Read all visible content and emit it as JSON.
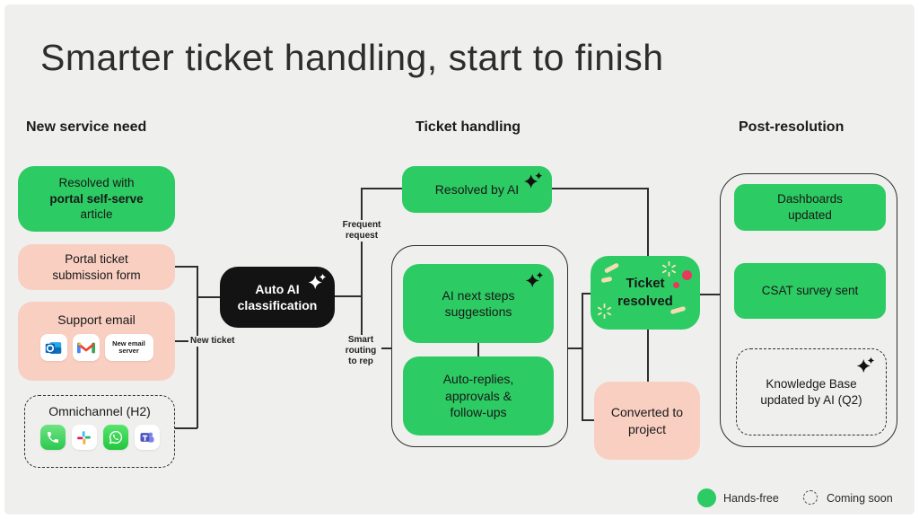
{
  "title": "Smarter ticket handling, start to finish",
  "columns": {
    "new_service_need": "New service need",
    "ticket_handling": "Ticket handling",
    "post_resolution": "Post-resolution"
  },
  "nodes": {
    "portal_article_line1": "Resolved with",
    "portal_article_line2": "portal self-serve",
    "portal_article_line3": "article",
    "portal_form": "Portal ticket submission form",
    "support_email": "Support email",
    "new_email_server": "New email server",
    "omnichannel": "Omnichannel (H2)",
    "auto_ai_classification": "Auto AI classification",
    "resolved_by_ai": "Resolved by AI",
    "ai_next_steps": "AI next steps suggestions",
    "auto_replies": "Auto-replies, approvals & follow-ups",
    "ticket_resolved": "Ticket resolved",
    "converted_to_project": "Converted to project",
    "dashboards_updated": "Dashboards updated",
    "csat_survey": "CSAT survey sent",
    "knowledge_base": "Knowledge Base updated by AI (Q2)"
  },
  "edge_labels": {
    "new_ticket": "New ticket",
    "frequent_request": "Frequent request",
    "smart_routing": "Smart routing to rep"
  },
  "legend": {
    "hands_free": "Hands-free",
    "coming_soon": "Coming soon"
  },
  "icons": {
    "support_email": [
      "outlook-icon",
      "gmail-icon",
      "new-email-server-chip"
    ],
    "omnichannel": [
      "phone-icon",
      "slack-icon",
      "whatsapp-icon",
      "teams-icon"
    ]
  },
  "colors": {
    "background": "#efefed",
    "hands_free_green": "#2dcb63",
    "pending_pink": "#f9cfc2",
    "ai_black": "#131313",
    "line": "#2e2e2e",
    "confetti_cream": "#f2ddb5",
    "confetti_crimson": "#e8395c"
  }
}
